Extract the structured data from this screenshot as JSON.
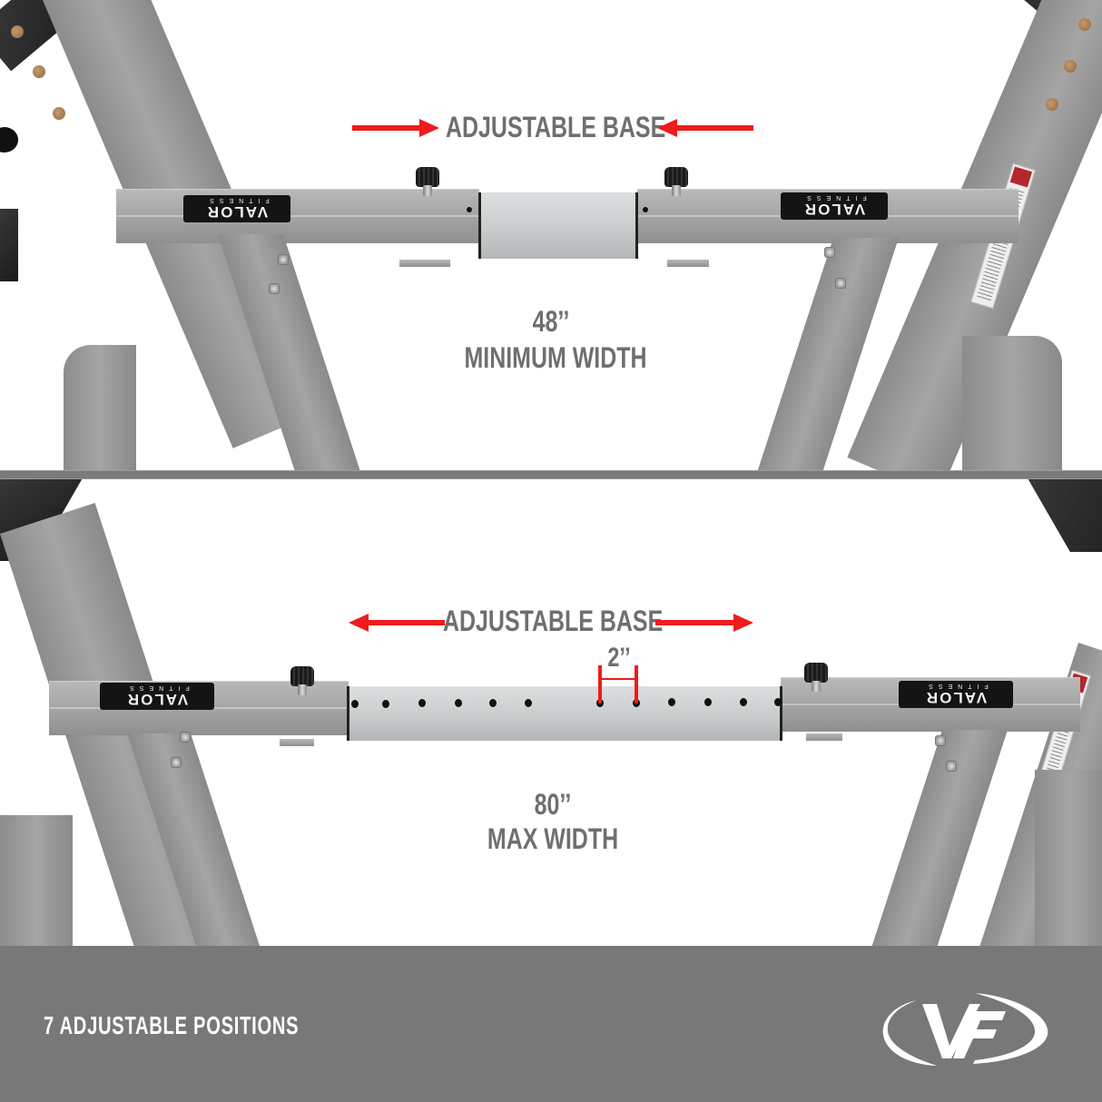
{
  "top_panel": {
    "heading": "ADJUSTABLE BASE",
    "arrows": {
      "direction": "inward",
      "color": "#ee1c1c"
    },
    "measurement": "48’’",
    "measurement_label": "MINIMUM WIDTH",
    "badge_left": {
      "main": "VALOR",
      "sub": "FITNESS"
    },
    "badge_right": {
      "main": "VALOR",
      "sub": "FITNESS"
    }
  },
  "bottom_panel": {
    "heading": "ADJUSTABLE BASE",
    "arrows": {
      "direction": "outward",
      "color": "#ee1c1c"
    },
    "hole_spacing": "2’’",
    "measurement": "80’’",
    "measurement_label": "MAX WIDTH",
    "badge_left": {
      "main": "VALOR",
      "sub": "FITNESS"
    },
    "badge_right": {
      "main": "VALOR",
      "sub": "FITNESS"
    }
  },
  "footer": {
    "caption": "7 ADJUSTABLE POSITIONS",
    "logo_text": "VF",
    "background_color": "#787878"
  },
  "colors": {
    "accent_red": "#ee1c1c",
    "text_gray": "#6f6f6f",
    "divider_gray": "#7a7a7a"
  }
}
